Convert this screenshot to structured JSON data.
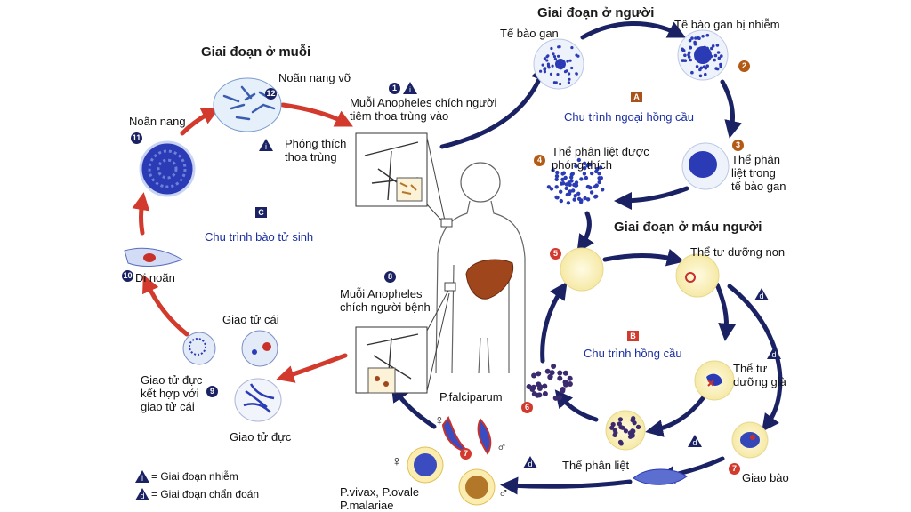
{
  "diagram": {
    "titles": {
      "mosquito_stage": "Giai đoạn ở muỗi",
      "human_stage": "Giai đoạn ở người",
      "blood_stage": "Giai đoạn ở máu người"
    },
    "cycles": {
      "sporogonic": {
        "label": "Chu trình bào tử sinh",
        "letter": "C"
      },
      "exoerythrocytic": {
        "label": "Chu trình ngoại hồng cầu",
        "letter": "A"
      },
      "erythrocytic": {
        "label": "Chu trình hồng cầu",
        "letter": "B"
      }
    },
    "labels": {
      "liver_cell": "Tế bào gan",
      "infected_liver_cell": "Tế bào gan bị nhiễm",
      "schizont_in_liver": "Thể phân\nliệt trong\ntế bào gan",
      "schizont_released": "Thể phân liệt được\nphóng thích",
      "young_trophozoite": "Thể tư dưỡng non",
      "mature_trophozoite": "Thể tư\ndưỡng già",
      "gametocyte": "Giao bào",
      "schizont": "Thể phân liệt",
      "p_falciparum": "P.falciparum",
      "p_vivax_ovale_malariae": "P.vivax, P.ovale\nP.malariae",
      "mosquito_bites_injects": "Muỗi Anopheles chích người\ntiêm thoa trùng vào",
      "mosquito_bites_patient": "Muỗi Anopheles\nchích người bệnh",
      "ruptured_oocyst": "Noãn nang vỡ",
      "release_sporozoites": "Phóng thích\nthoa trùng",
      "oocyst": "Noãn nang",
      "ookinete": "Di noãn",
      "female_gamete": "Giao tử cái",
      "male_gamete": "Giao tử đực",
      "gamete_fusion": "Giao tử đực\nkết hợp với\ngiao tử cái"
    },
    "step_numbers": [
      "1",
      "2",
      "3",
      "4",
      "5",
      "6",
      "7",
      "8",
      "9",
      "10",
      "11",
      "12"
    ],
    "markers": {
      "infective": "i",
      "diagnostic": "d"
    },
    "symbols": {
      "female": "♀",
      "male": "♂"
    },
    "legend": {
      "infective": "= Giai đoạn nhiễm",
      "diagnostic": "= Giai đoạn chẩn đoán"
    },
    "colors": {
      "cycle_arrow_navy": "#1a2264",
      "mosquito_arrow_red": "#d23a2e",
      "parasite_blue": "#2a3bb5",
      "cell_yellow": "#fff6c8",
      "liver_brown": "#a0461c"
    }
  }
}
